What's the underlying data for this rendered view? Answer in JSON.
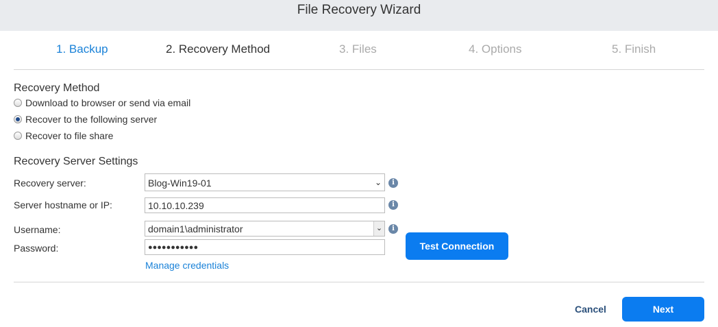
{
  "window": {
    "title": "File Recovery Wizard"
  },
  "steps": [
    "1. Backup",
    "2. Recovery Method",
    "3. Files",
    "4. Options",
    "5. Finish"
  ],
  "method": {
    "heading": "Recovery Method",
    "options": [
      "Download to browser or send via email",
      "Recover to the following server",
      "Recover to file share"
    ],
    "selected": 1
  },
  "server": {
    "heading": "Recovery Server Settings",
    "recovery_server_label": "Recovery server:",
    "recovery_server_value": "Blog-Win19-01",
    "hostname_label": "Server hostname or IP:",
    "hostname_value": "10.10.10.239",
    "username_label": "Username:",
    "username_value": "domain1\\administrator",
    "password_label": "Password:",
    "password_value": "●●●●●●●●●●●",
    "manage_credentials": "Manage credentials",
    "test_connection": "Test Connection"
  },
  "footer": {
    "cancel": "Cancel",
    "next": "Next"
  }
}
